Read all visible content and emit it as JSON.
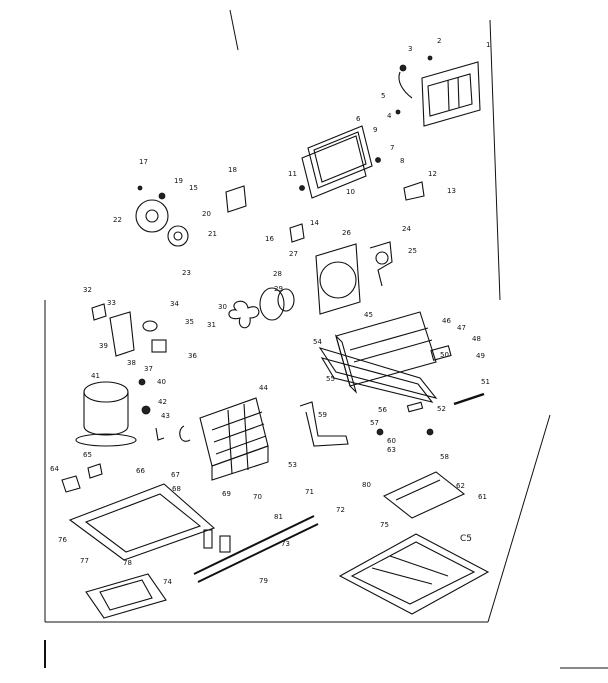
{
  "diagram": {
    "corner_code": "C5",
    "part_numbers": [
      "1",
      "2",
      "3",
      "4",
      "5",
      "6",
      "7",
      "8",
      "9",
      "10",
      "11",
      "12",
      "13",
      "14",
      "15",
      "16",
      "17",
      "18",
      "19",
      "20",
      "21",
      "22",
      "23",
      "24",
      "25",
      "26",
      "27",
      "28",
      "29",
      "30",
      "31",
      "32",
      "33",
      "34",
      "35",
      "36",
      "37",
      "38",
      "39",
      "40",
      "41",
      "42",
      "43",
      "44",
      "45",
      "46",
      "47",
      "48",
      "49",
      "50",
      "51",
      "52",
      "53",
      "54",
      "55",
      "56",
      "57",
      "58",
      "59",
      "60",
      "61",
      "62",
      "63",
      "64",
      "65",
      "66",
      "67",
      "68",
      "69",
      "70",
      "71",
      "72",
      "73",
      "74",
      "75",
      "76",
      "77",
      "78",
      "79",
      "80",
      "81"
    ]
  }
}
